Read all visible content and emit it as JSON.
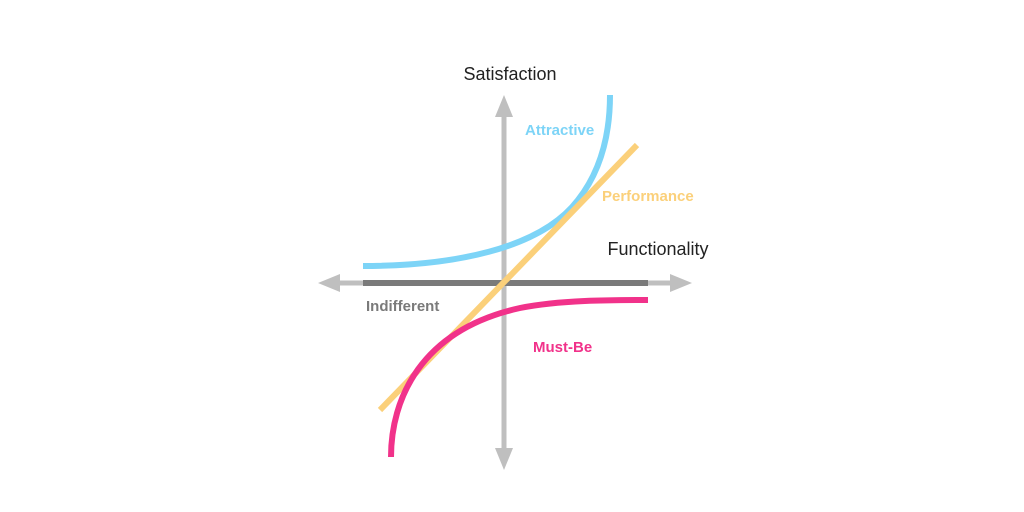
{
  "diagram": {
    "axes": {
      "y_label": "Satisfaction",
      "x_label": "Functionality"
    },
    "curves": {
      "attractive": {
        "label": "Attractive",
        "color": "#7dd4f7"
      },
      "performance": {
        "label": "Performance",
        "color": "#fbd07a"
      },
      "indifferent": {
        "label": "Indifferent",
        "color": "#7a7a7a"
      },
      "must_be": {
        "label": "Must-Be",
        "color": "#f1328a"
      }
    },
    "axis_color": "#bfbfbf"
  }
}
